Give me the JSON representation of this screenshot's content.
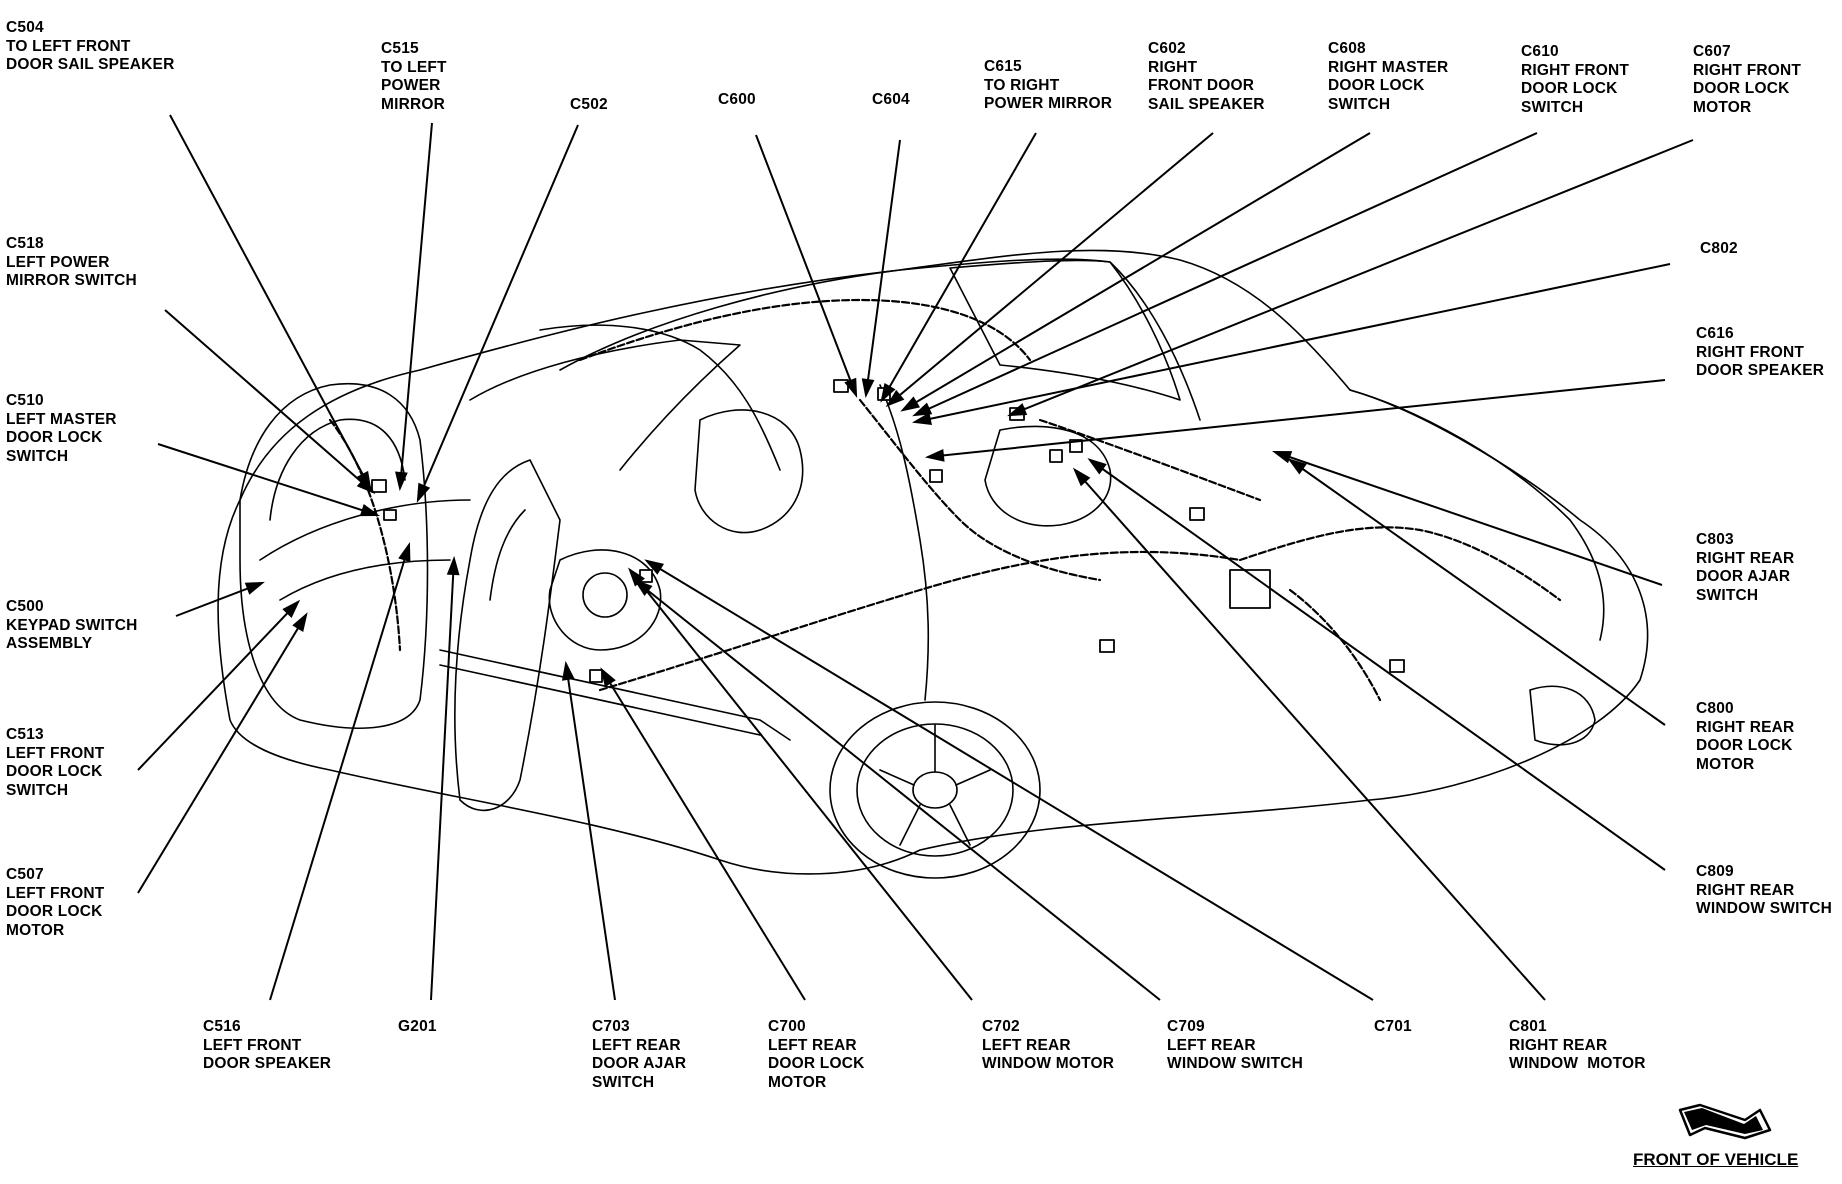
{
  "labels": [
    {
      "id": "C504",
      "text": "C504\nTO LEFT FRONT\nDOOR SAIL SPEAKER"
    },
    {
      "id": "C515",
      "text": "C515\nTO LEFT\nPOWER\nMIRROR"
    },
    {
      "id": "C502",
      "text": "C502"
    },
    {
      "id": "C600",
      "text": "C600"
    },
    {
      "id": "C604",
      "text": "C604"
    },
    {
      "id": "C615",
      "text": "C615\nTO RIGHT\nPOWER MIRROR"
    },
    {
      "id": "C602",
      "text": "C602\nRIGHT\nFRONT DOOR\nSAIL SPEAKER"
    },
    {
      "id": "C608",
      "text": "C608\nRIGHT MASTER\nDOOR LOCK\nSWITCH"
    },
    {
      "id": "C610",
      "text": "C610\nRIGHT FRONT\nDOOR LOCK\nSWITCH"
    },
    {
      "id": "C607",
      "text": "C607\nRIGHT FRONT\nDOOR LOCK\nMOTOR"
    },
    {
      "id": "C802",
      "text": "C802"
    },
    {
      "id": "C616",
      "text": "C616\nRIGHT FRONT\nDOOR SPEAKER"
    },
    {
      "id": "C518",
      "text": "C518\nLEFT POWER\nMIRROR SWITCH"
    },
    {
      "id": "C510",
      "text": "C510\nLEFT MASTER\nDOOR LOCK\nSWITCH"
    },
    {
      "id": "C500",
      "text": "C500\nKEYPAD SWITCH\nASSEMBLY"
    },
    {
      "id": "C513",
      "text": "C513\nLEFT FRONT\nDOOR LOCK\nSWITCH"
    },
    {
      "id": "C507",
      "text": "C507\nLEFT FRONT\nDOOR LOCK\nMOTOR"
    },
    {
      "id": "C803",
      "text": "C803\nRIGHT REAR\nDOOR AJAR\nSWITCH"
    },
    {
      "id": "C800",
      "text": "C800\nRIGHT REAR\nDOOR LOCK\nMOTOR"
    },
    {
      "id": "C809",
      "text": "C809\nRIGHT REAR\nWINDOW SWITCH"
    },
    {
      "id": "C516",
      "text": "C516\nLEFT FRONT\nDOOR SPEAKER"
    },
    {
      "id": "G201",
      "text": "G201"
    },
    {
      "id": "C703",
      "text": "C703\nLEFT REAR\nDOOR AJAR\nSWITCH"
    },
    {
      "id": "C700",
      "text": "C700\nLEFT REAR\nDOOR LOCK\nMOTOR"
    },
    {
      "id": "C702",
      "text": "C702\nLEFT REAR\nWINDOW MOTOR"
    },
    {
      "id": "C709",
      "text": "C709\nLEFT REAR\nWINDOW SWITCH"
    },
    {
      "id": "C701",
      "text": "C701"
    },
    {
      "id": "C801",
      "text": "C801\nRIGHT REAR\nWINDOW  MOTOR"
    }
  ],
  "front_label": "FRONT OF VEHICLE",
  "colors": {
    "ink": "#000000",
    "paper": "#ffffff"
  }
}
